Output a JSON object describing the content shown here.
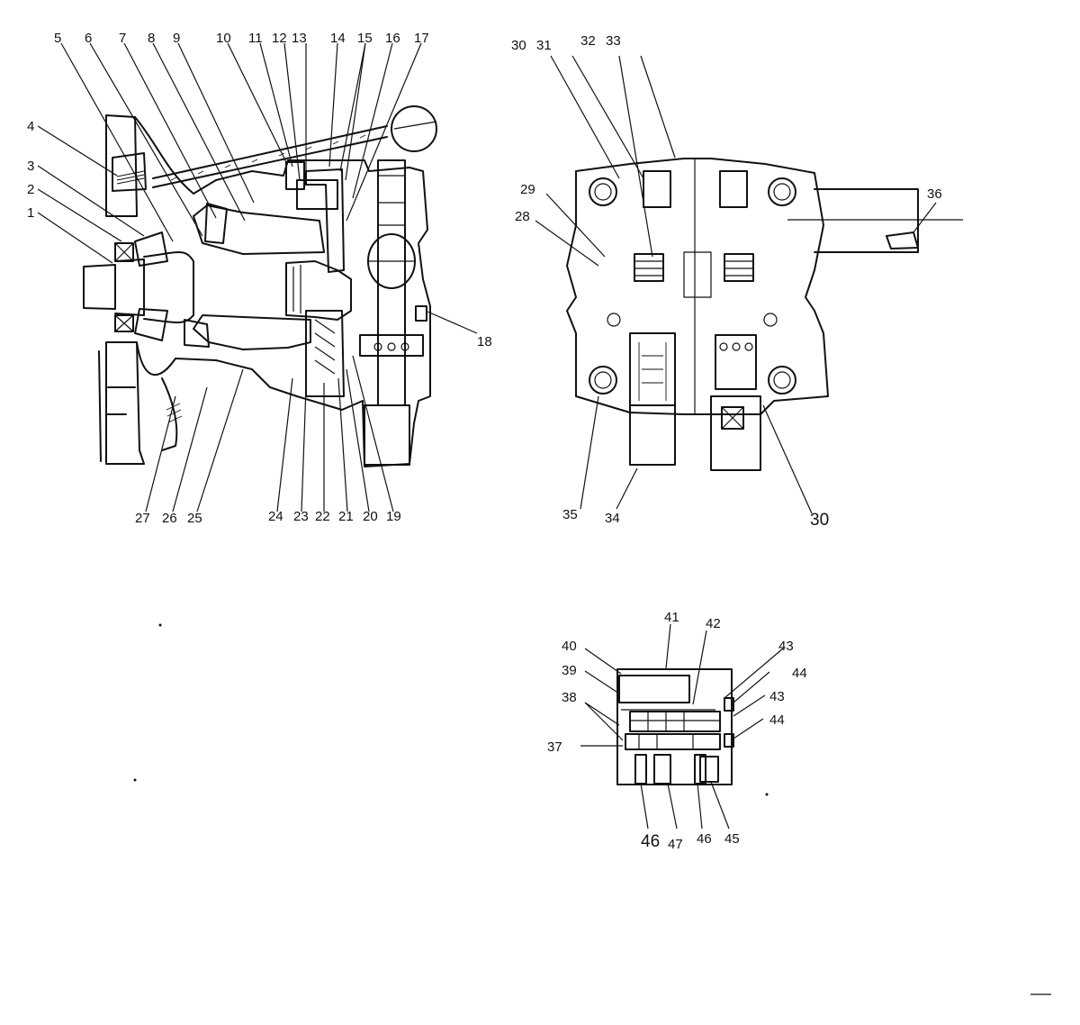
{
  "colors": {
    "ink": "#111111",
    "paper": "#ffffff"
  },
  "callouts": {
    "c1": "1",
    "c2": "2",
    "c3": "3",
    "c4": "4",
    "c5": "5",
    "c6": "6",
    "c7": "7",
    "c8": "8",
    "c9": "9",
    "c10": "10",
    "c11": "11",
    "c12": "12",
    "c13": "13",
    "c14": "14",
    "c15": "15",
    "c16": "16",
    "c17": "17",
    "c18": "18",
    "c19": "19",
    "c20": "20",
    "c21": "21",
    "c22": "22",
    "c23": "23",
    "c24": "24",
    "c25": "25",
    "c26": "26",
    "c27": "27",
    "c28": "28",
    "c29": "29",
    "c30a": "30",
    "c31": "31",
    "c32": "32",
    "c33": "33",
    "c34": "34",
    "c35": "35",
    "c30b": "30",
    "c36": "36",
    "c37": "37",
    "c38": "38",
    "c39": "39",
    "c40": "40",
    "c41": "41",
    "c42": "42",
    "c43a": "43",
    "c44a": "44",
    "c43b": "43",
    "c44b": "44",
    "c45": "45",
    "c46a": "46",
    "c47": "47",
    "c46b": "46"
  }
}
